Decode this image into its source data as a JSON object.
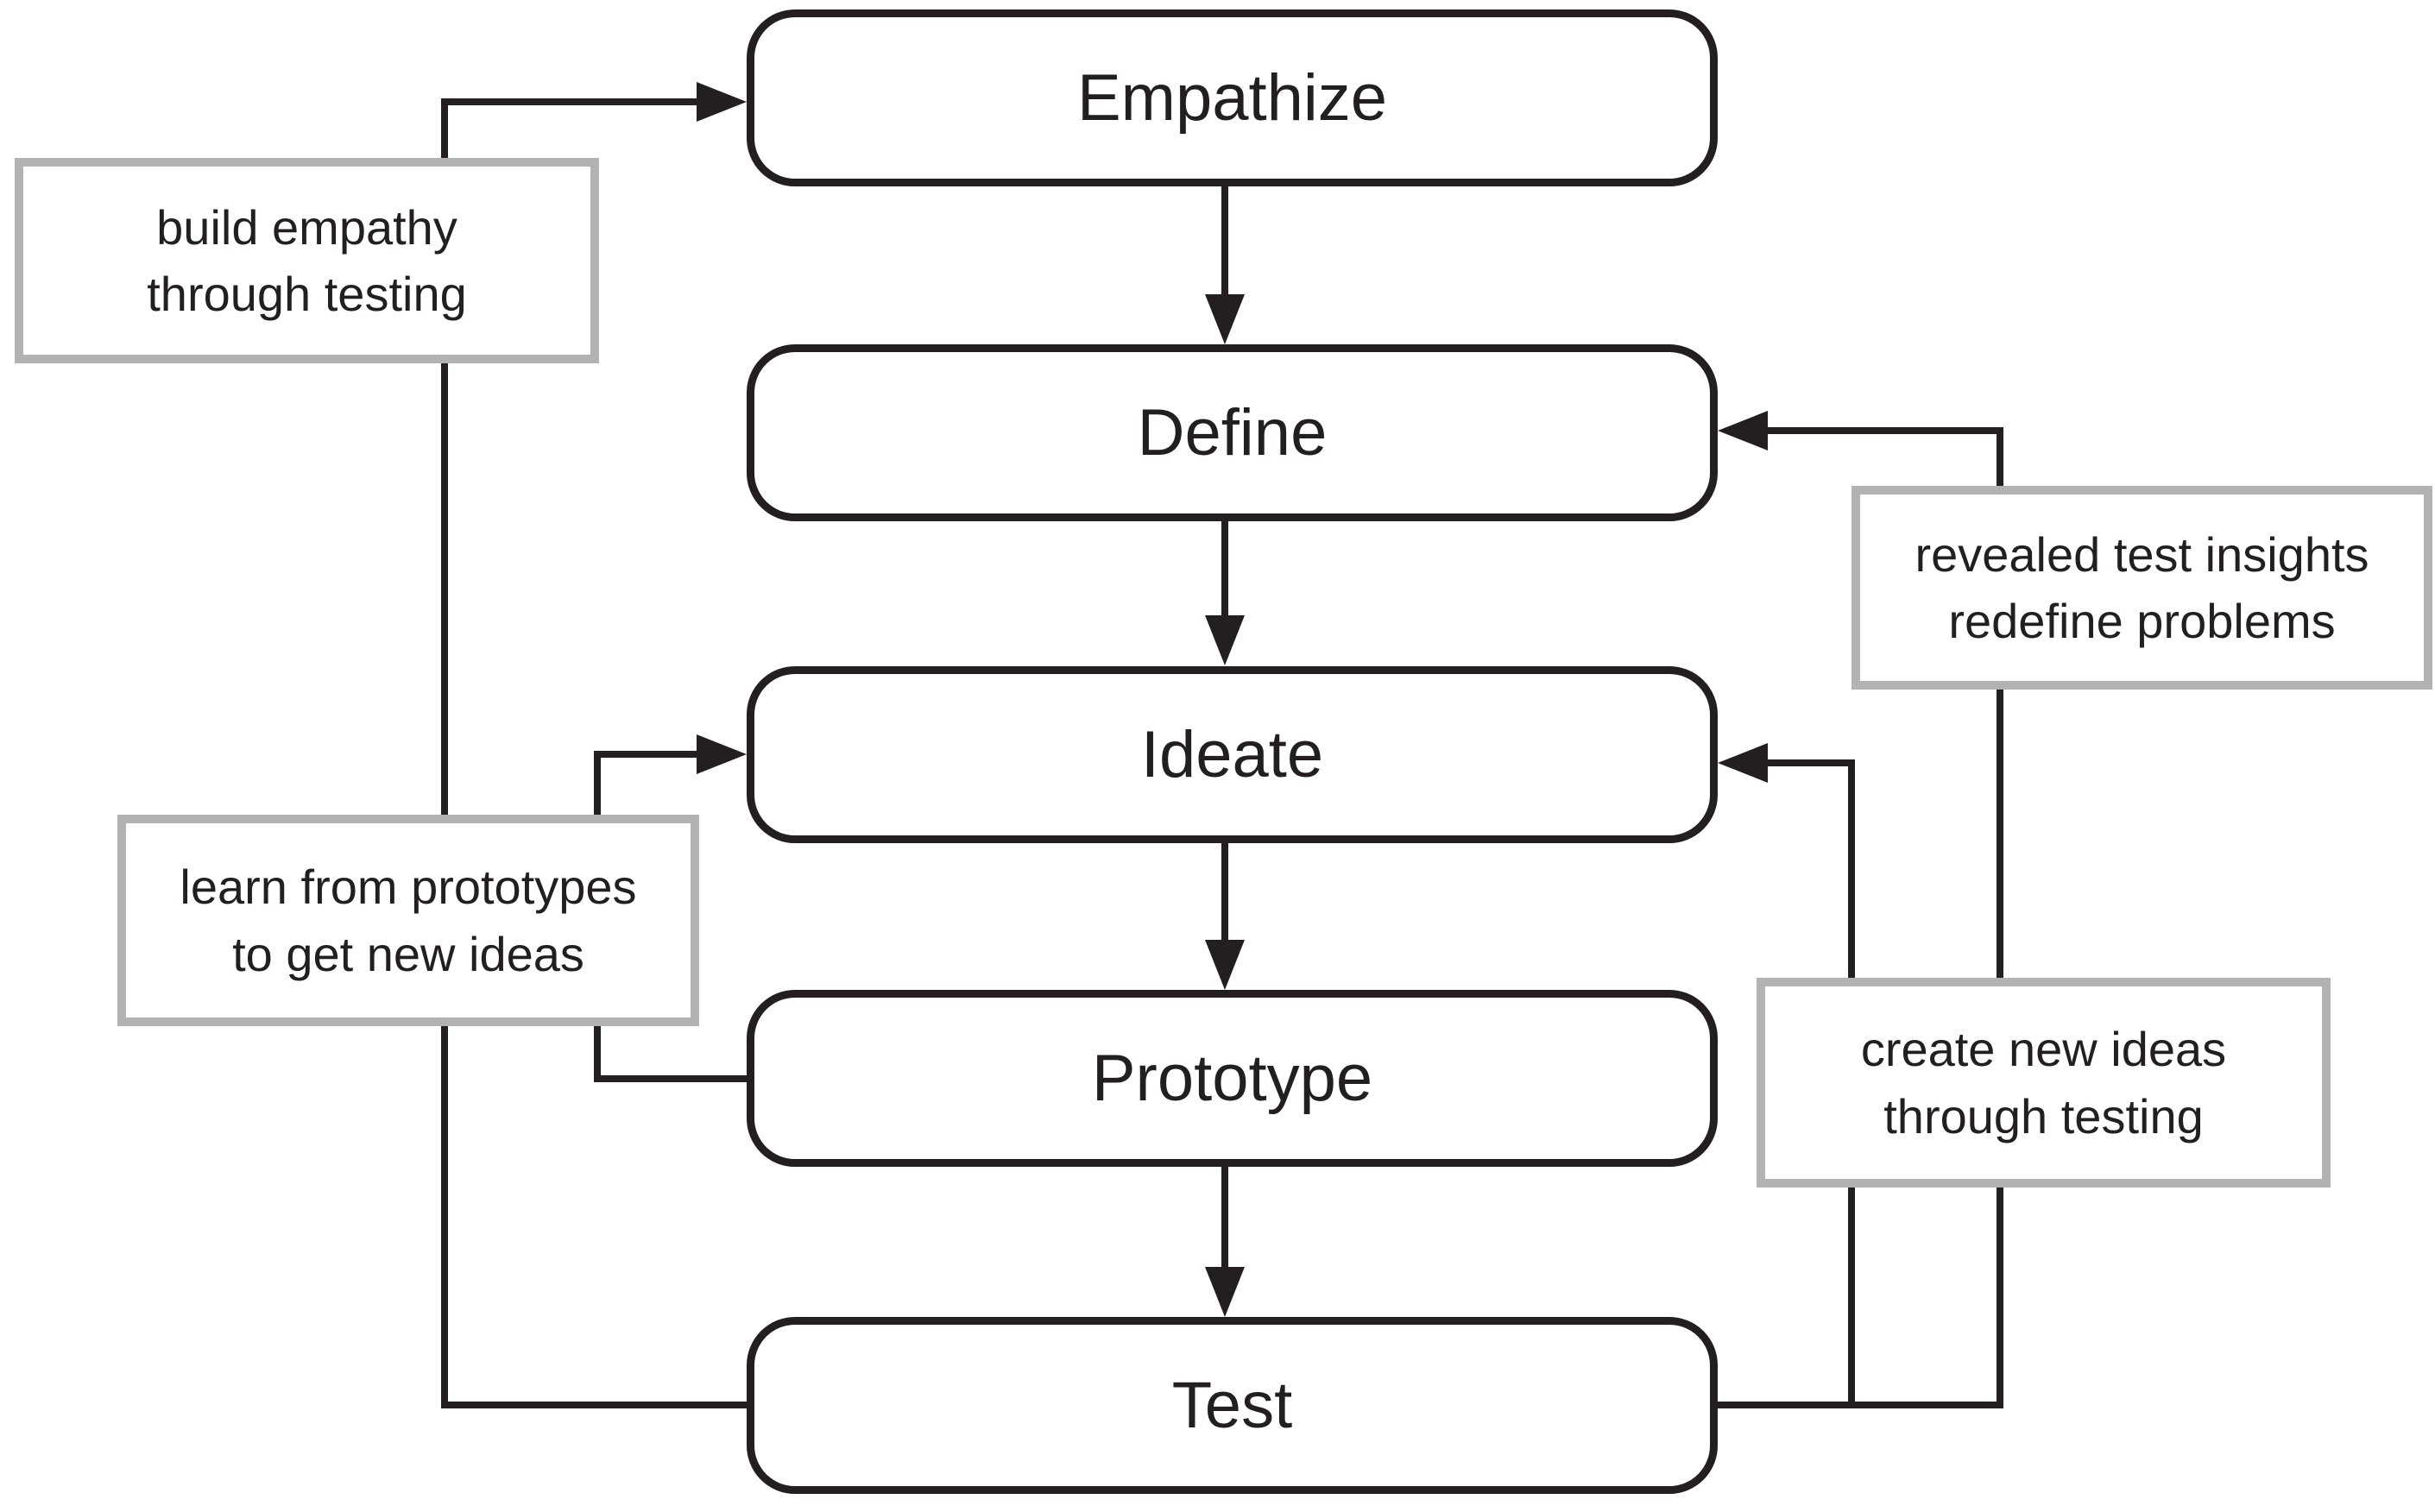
{
  "nodes": [
    {
      "id": "empathize",
      "label": "Empathize"
    },
    {
      "id": "define",
      "label": "Define"
    },
    {
      "id": "ideate",
      "label": "Ideate"
    },
    {
      "id": "prototype",
      "label": "Prototype"
    },
    {
      "id": "test",
      "label": "Test"
    }
  ],
  "annotations": [
    {
      "id": "build-empathy",
      "text": "build empathy\nthrough testing",
      "edge": "test-to-empathize"
    },
    {
      "id": "learn-from-prototypes",
      "text": "learn from prototypes\nto get new ideas",
      "edge": "prototype-to-ideate"
    },
    {
      "id": "revealed-test-insights",
      "text": "revealed test insights\nredefine problems",
      "edge": "test-to-define"
    },
    {
      "id": "create-new-ideas",
      "text": "create new ideas\nthrough testing",
      "edge": "test-to-ideate"
    }
  ],
  "edges": [
    {
      "from": "empathize",
      "to": "define"
    },
    {
      "from": "define",
      "to": "ideate"
    },
    {
      "from": "ideate",
      "to": "prototype"
    },
    {
      "from": "prototype",
      "to": "test"
    },
    {
      "from": "test",
      "to": "empathize",
      "label": "build empathy through testing"
    },
    {
      "from": "prototype",
      "to": "ideate",
      "label": "learn from prototypes to get new ideas"
    },
    {
      "from": "test",
      "to": "ideate",
      "label": "create new ideas through testing"
    },
    {
      "from": "test",
      "to": "define",
      "label": "revealed test insights redefine problems"
    }
  ],
  "colors": {
    "line": "#231f20",
    "text": "#231f20",
    "annotation_border": "#b2b2b2",
    "background": "#ffffff"
  }
}
